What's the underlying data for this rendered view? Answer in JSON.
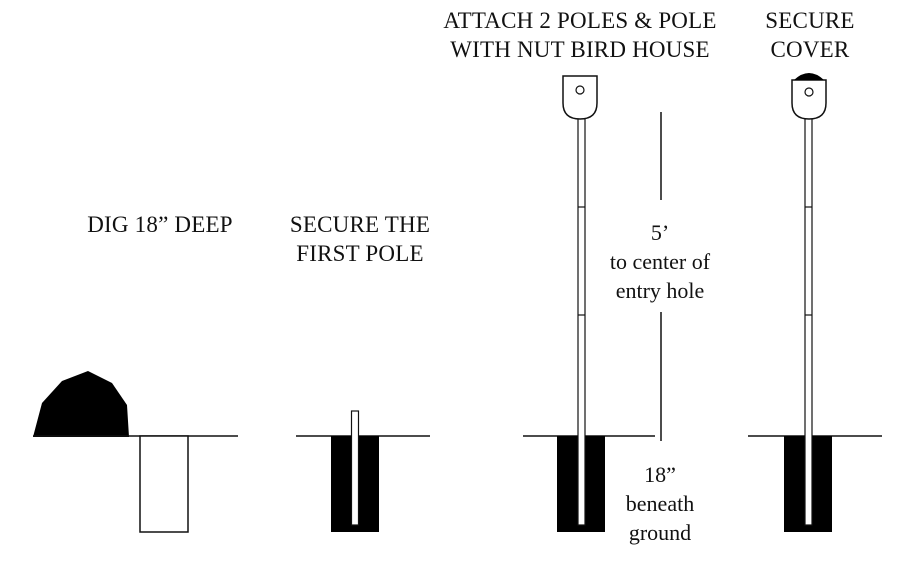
{
  "steps": [
    {
      "line1": "DIG 18” DEEP"
    },
    {
      "line1": "SECURE THE",
      "line2": "FIRST POLE"
    },
    {
      "line1": "ATTACH 2 POLES & POLE",
      "line2": "WITH NUT BIRD HOUSE"
    },
    {
      "line1": "SECURE",
      "line2": "COVER"
    }
  ],
  "height_note": {
    "value": "5’",
    "line1": "to center of",
    "line2": "entry hole"
  },
  "depth_note": {
    "value": "18”",
    "line1": "beneath",
    "line2": "ground"
  },
  "colors": {
    "ink": "#111111",
    "fill": "#000000",
    "background": "#ffffff"
  }
}
